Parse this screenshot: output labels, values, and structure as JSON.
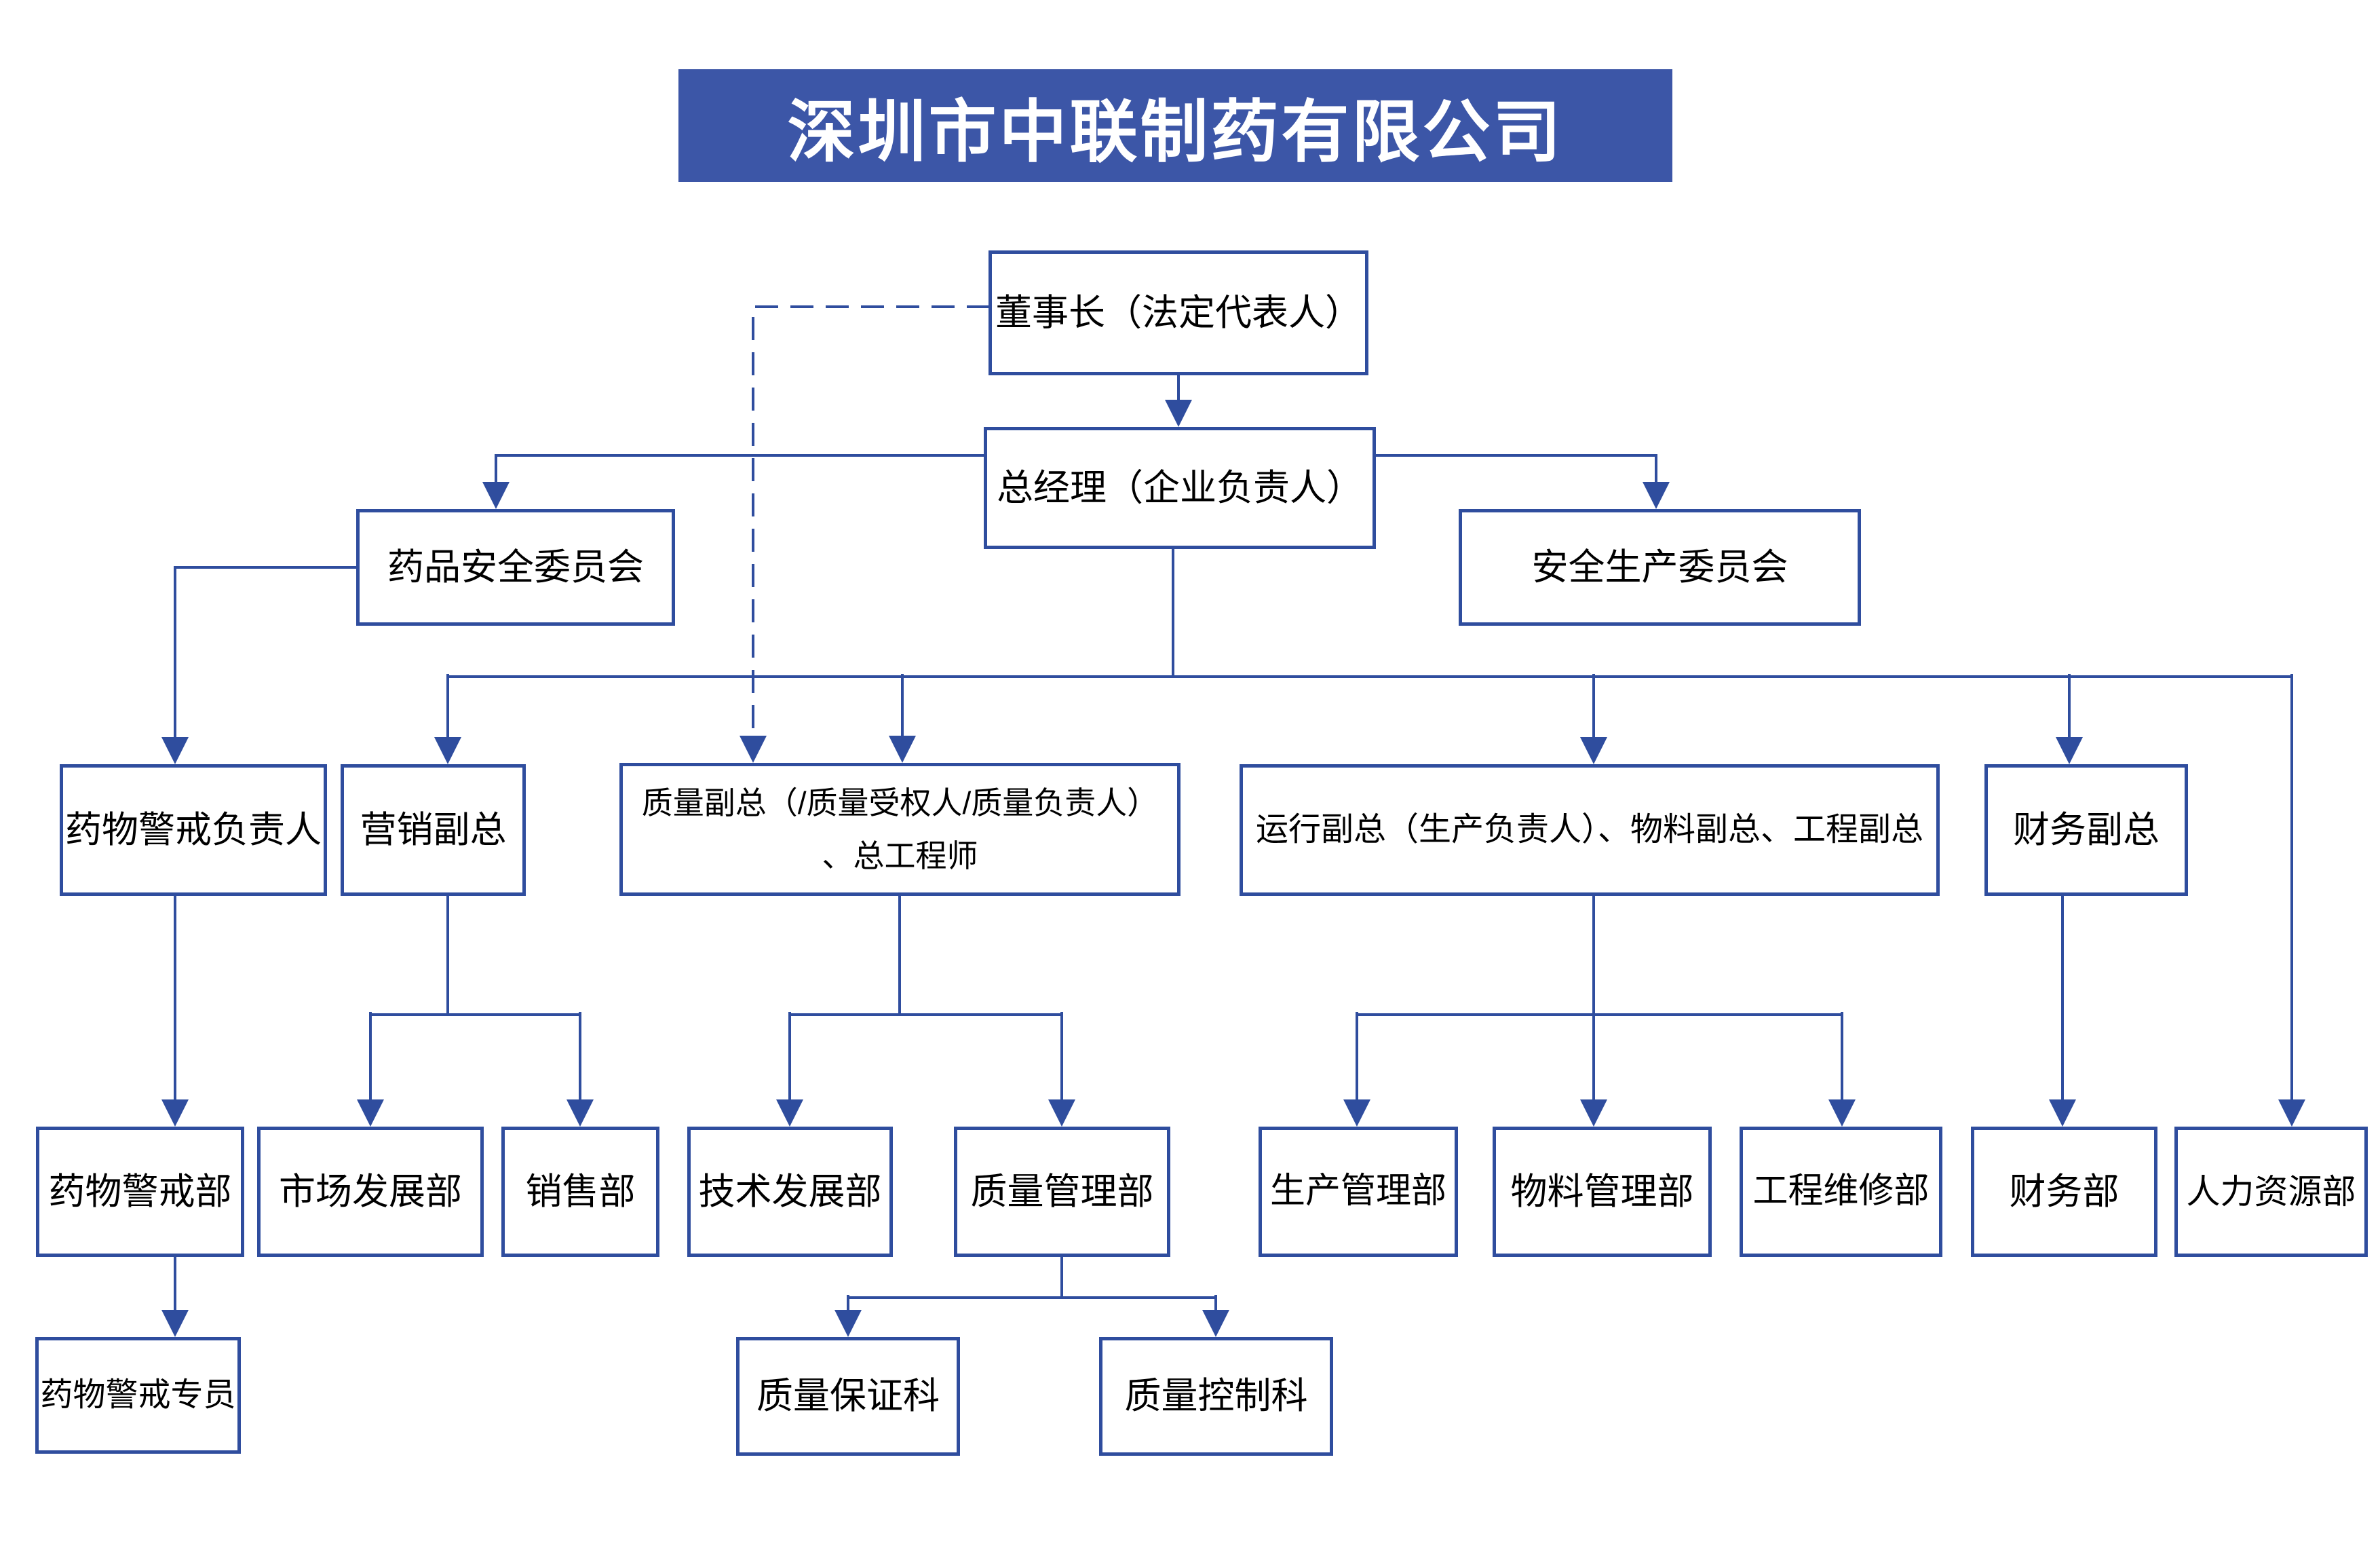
{
  "title_banner": {
    "text": "深圳市中联制药有限公司"
  },
  "colors": {
    "banner_bg": "#3c56a7",
    "banner_text": "#ffffff",
    "line": "#2f4d9e",
    "label_text": "#000000",
    "page_bg": "#ffffff"
  },
  "nodes": {
    "chairman": {
      "label": "董事长（法定代表人）"
    },
    "gm": {
      "label": "总经理（企业负责人）"
    },
    "drug_safety": {
      "label": "药品安全委员会"
    },
    "prod_safety": {
      "label": "安全生产委员会"
    },
    "pv_head": {
      "label": "药物警戒负责人"
    },
    "marketing_vp": {
      "label": "营销副总"
    },
    "quality_vp": {
      "label_line1": "质量副总（/质量受权人/质量负责人）",
      "label_line2": "、总工程师"
    },
    "operations_vp": {
      "label": "运行副总（生产负责人）、物料副总、工程副总"
    },
    "finance_vp": {
      "label": "财务副总"
    },
    "pv_dept": {
      "label": "药物警戒部"
    },
    "market_dev": {
      "label": "市场发展部"
    },
    "sales": {
      "label": "销售部"
    },
    "tech_dev": {
      "label": "技术发展部"
    },
    "quality_mgmt": {
      "label": "质量管理部"
    },
    "prod_mgmt": {
      "label": "生产管理部"
    },
    "material_mgmt": {
      "label": "物料管理部"
    },
    "eng_maint": {
      "label": "工程维修部"
    },
    "finance_dept": {
      "label": "财务部"
    },
    "hr_dept": {
      "label": "人力资源部"
    },
    "pv_specialist": {
      "label": "药物警戒专员"
    },
    "qa_section": {
      "label": "质量保证科"
    },
    "qc_section": {
      "label": "质量控制科"
    }
  },
  "edges": [
    {
      "from": "chairman",
      "to": "gm",
      "style": "solid"
    },
    {
      "from": "chairman",
      "to": "quality_vp",
      "style": "dashed"
    },
    {
      "from": "gm",
      "to": "drug_safety",
      "style": "solid"
    },
    {
      "from": "gm",
      "to": "prod_safety",
      "style": "solid"
    },
    {
      "from": "drug_safety",
      "to": "pv_head",
      "style": "solid"
    },
    {
      "from": "gm",
      "to": "marketing_vp",
      "style": "solid"
    },
    {
      "from": "gm",
      "to": "quality_vp",
      "style": "solid"
    },
    {
      "from": "gm",
      "to": "operations_vp",
      "style": "solid"
    },
    {
      "from": "gm",
      "to": "finance_vp",
      "style": "solid"
    },
    {
      "from": "gm",
      "to": "hr_dept",
      "style": "solid"
    },
    {
      "from": "pv_head",
      "to": "pv_dept",
      "style": "solid"
    },
    {
      "from": "marketing_vp",
      "to": "market_dev",
      "style": "solid"
    },
    {
      "from": "marketing_vp",
      "to": "sales",
      "style": "solid"
    },
    {
      "from": "quality_vp",
      "to": "tech_dev",
      "style": "solid"
    },
    {
      "from": "quality_vp",
      "to": "quality_mgmt",
      "style": "solid"
    },
    {
      "from": "operations_vp",
      "to": "prod_mgmt",
      "style": "solid"
    },
    {
      "from": "operations_vp",
      "to": "material_mgmt",
      "style": "solid"
    },
    {
      "from": "operations_vp",
      "to": "eng_maint",
      "style": "solid"
    },
    {
      "from": "finance_vp",
      "to": "finance_dept",
      "style": "solid"
    },
    {
      "from": "quality_mgmt",
      "to": "qa_section",
      "style": "solid"
    },
    {
      "from": "quality_mgmt",
      "to": "qc_section",
      "style": "solid"
    },
    {
      "from": "pv_dept",
      "to": "pv_specialist",
      "style": "solid"
    }
  ]
}
